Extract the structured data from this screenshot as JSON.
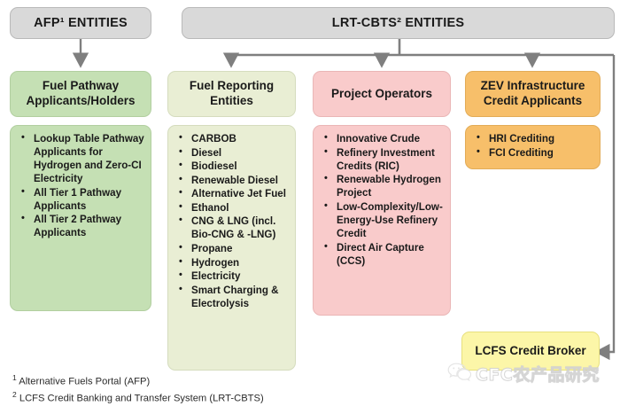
{
  "headers": [
    {
      "id": "afp",
      "label": "AFP¹ ENTITIES"
    },
    {
      "id": "lrt",
      "label": "LRT-CBTS² ENTITIES"
    }
  ],
  "categories": [
    {
      "id": "fuel-pathway-applicants-holders",
      "label": "Fuel Pathway Applicants/Holders",
      "color": "#c5e0b4"
    },
    {
      "id": "fuel-reporting-entities",
      "label": "Fuel Reporting Entities",
      "color": "#e9eed4"
    },
    {
      "id": "project-operators",
      "label": "Project Operators",
      "color": "#f9cbcb"
    },
    {
      "id": "zev-infrastructure-credit-applicants",
      "label": "ZEV Infrastructure Credit Applicants",
      "color": "#f7bf6a"
    },
    {
      "id": "lcfs-credit-broker",
      "label": "LCFS Credit Broker",
      "color": "#fcf6a8"
    }
  ],
  "lists": {
    "fuel_pathway": [
      "Lookup Table Pathway Applicants for Hydrogen and Zero-CI Electricity",
      "All Tier 1 Pathway Applicants",
      "All Tier 2 Pathway Applicants"
    ],
    "fuel_reporting": [
      "CARBOB",
      "Diesel",
      "Biodiesel",
      "Renewable Diesel",
      "Alternative Jet Fuel",
      "Ethanol",
      "CNG & LNG (incl. Bio-CNG & -LNG)",
      "Propane",
      "Hydrogen",
      "Electricity",
      "Smart Charging & Electrolysis"
    ],
    "project_operators": [
      "Innovative Crude",
      "Refinery Investment Credits (RIC)",
      "Renewable Hydrogen Project",
      "Low-Complexity/Low-Energy-Use Refinery Credit",
      "Direct Air Capture (CCS)"
    ],
    "zev_infrastructure": [
      "HRI Crediting",
      "FCI Crediting"
    ]
  },
  "footnotes": [
    {
      "marker": "1",
      "text": "Alternative Fuels Portal (AFP)"
    },
    {
      "marker": "2",
      "text": "LCFS Credit Banking and Transfer System (LRT-CBTS)"
    }
  ],
  "watermark": {
    "text": "CFC农产品研究",
    "icon": "wechat-icon"
  },
  "palette": {
    "connector": "#7f7f7f",
    "header_gray": "#d9d9d9",
    "green": "#c5e0b4",
    "pale_green": "#e9eed4",
    "pink": "#f9cbcb",
    "orange": "#f7bf6a",
    "yellow": "#fcf6a8"
  }
}
